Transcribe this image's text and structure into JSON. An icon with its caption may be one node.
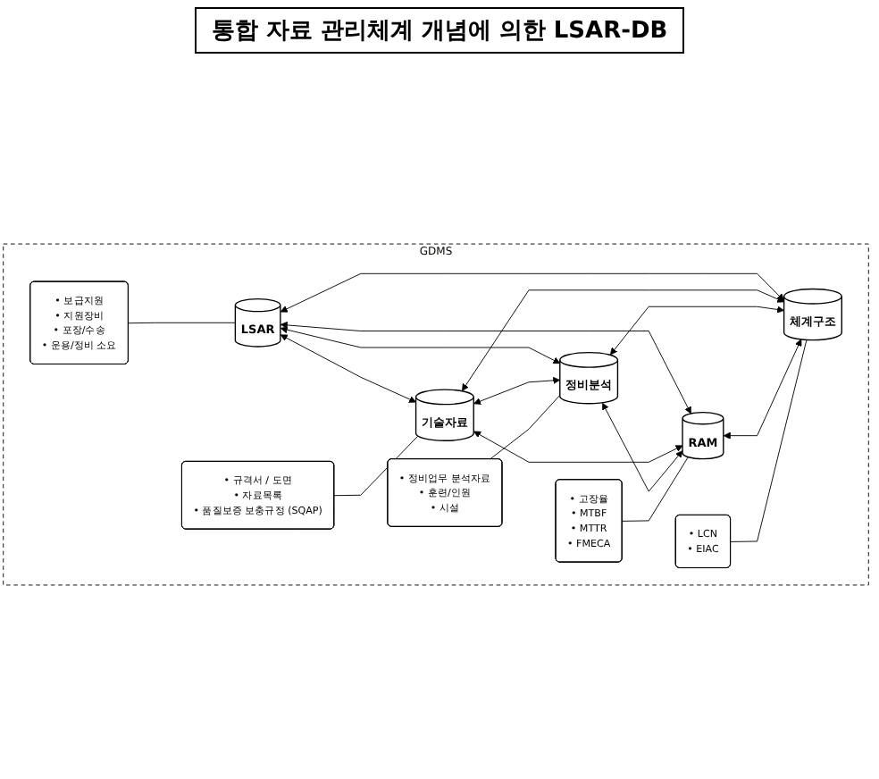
{
  "diagram": {
    "title": "통합 자료 관리체계 개념에 의한 LSAR-DB",
    "nodes": [
      {
        "text": [
          "GDMS"
        ]
      },
      {
        "text": [
          "• 규격서 / 도면",
          "• 자료목록",
          "• 품질보증 보충규정 (SQAP)"
        ],
        "in": 0
      },
      {
        "text": [
          "LSAR"
        ],
        "in": 0
      },
      {
        "text": [
          "• 보급지원",
          "• 지원장비",
          "• 포장/수송",
          "• 운용/정비 소요"
        ],
        "in": 0
      },
      {
        "text": [
          "기술자료"
        ],
        "in": 0
      },
      {
        "text": [
          "정비분석"
        ],
        "in": 0
      },
      {
        "text": [
          "• 정비업무 분석자료",
          "• 훈련/인원",
          "• 시설"
        ],
        "in": 0
      },
      {
        "text": [
          "• 고장율",
          "• MTBF",
          "• MTTR",
          "• FMECA"
        ],
        "in": 0
      },
      {
        "text": [
          "RAM"
        ],
        "in": 0
      },
      {
        "text": [
          "체계구조"
        ],
        "in": 0
      },
      {
        "text": [
          "• LCN",
          "• EIAC"
        ],
        "in": 0
      }
    ],
    "edges": [
      {
        "from": 2,
        "to": 4,
        "arrow": "both"
      },
      {
        "from": 2,
        "to": 5,
        "arrow": "both"
      },
      {
        "from": 2,
        "to": 8,
        "arrow": "both"
      },
      {
        "from": 2,
        "to": 9,
        "arrow": "both"
      },
      {
        "from": 4,
        "to": 5,
        "arrow": "both"
      },
      {
        "from": 4,
        "to": 8,
        "arrow": "both"
      },
      {
        "from": 4,
        "to": 9,
        "arrow": "both"
      },
      {
        "from": 5,
        "to": 8,
        "arrow": "both"
      },
      {
        "from": 5,
        "to": 9,
        "arrow": "both"
      },
      {
        "from": 8,
        "to": 9,
        "arrow": "both"
      },
      {
        "from": 1,
        "to": 4,
        "arrow": "none"
      },
      {
        "from": 3,
        "to": 2,
        "arrow": "none"
      },
      {
        "from": 6,
        "to": 5,
        "arrow": "none"
      },
      {
        "from": 7,
        "to": 8,
        "arrow": "none"
      },
      {
        "from": 10,
        "to": 9,
        "arrow": "none"
      }
    ]
  }
}
